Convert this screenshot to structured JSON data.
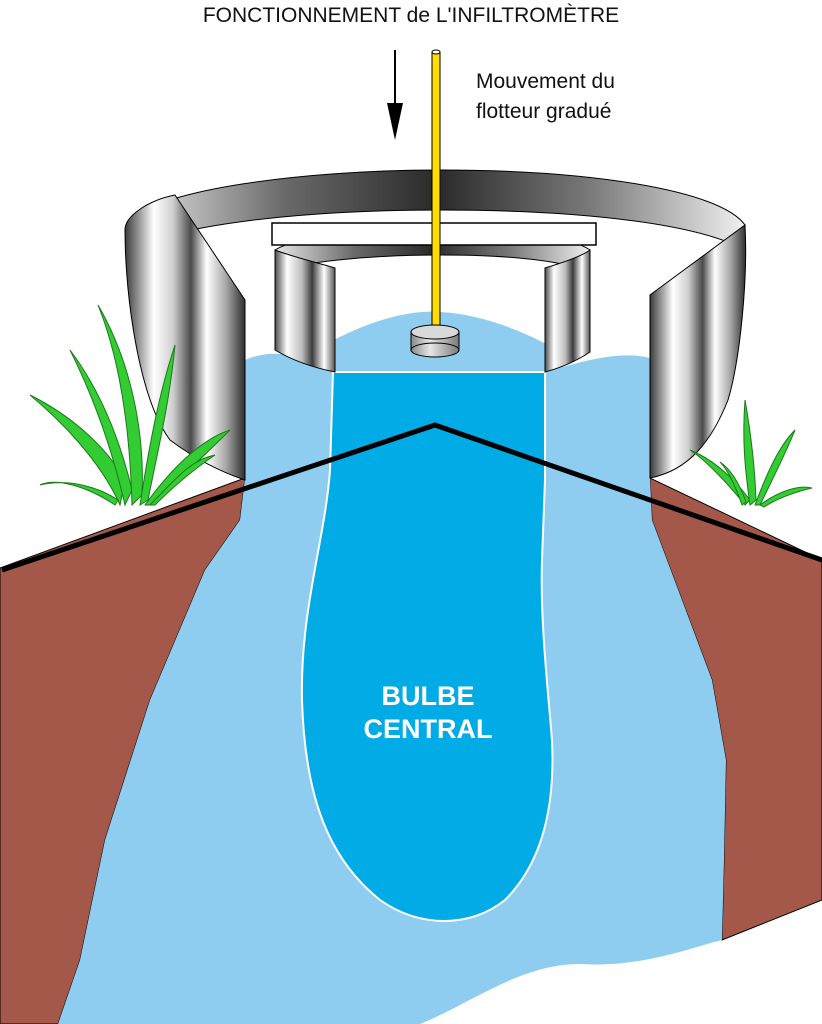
{
  "diagram": {
    "title": "FONCTIONNEMENT de L'INFILTROMÈTRE",
    "float_annotation": {
      "line1": "Mouvement du",
      "line2": "flotteur gradué"
    },
    "bulb_label": {
      "line1": "BULBE",
      "line2": "CENTRAL"
    }
  },
  "colors": {
    "soil": "#a4584a",
    "water_light": "#8fcdf0",
    "water_dark": "#00abe6",
    "grass": "#33cc33",
    "rod": "#ffdd00",
    "metal_dark": "#333333",
    "metal_light": "#ffffff",
    "outline": "#000000"
  },
  "icons": {
    "arrow": "down-arrow-icon",
    "float": "float-cylinder-icon",
    "plants": "grass-icon"
  }
}
